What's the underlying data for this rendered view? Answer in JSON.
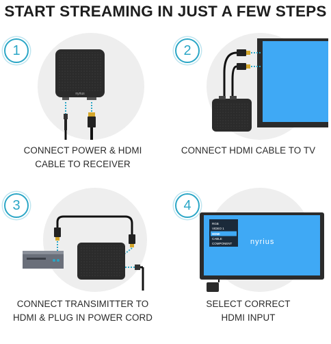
{
  "title": "START STREAMING IN JUST A FEW STEPS",
  "brand": "nyrius",
  "steps": [
    {
      "number": "1",
      "line1": "CONNECT POWER & HDMI",
      "line2": "CABLE TO RECEIVER"
    },
    {
      "number": "2",
      "line1": "CONNECT HDMI CABLE TO TV",
      "line2": ""
    },
    {
      "number": "3",
      "line1": "CONNECT TRANSIMITTER TO",
      "line2": "HDMI & PLUG IN POWER CORD"
    },
    {
      "number": "4",
      "line1": "SELECT CORRECT",
      "line2": "HDMI INPUT"
    }
  ],
  "tv_menu": [
    "RGB",
    "VIDEO 1",
    "HDMI",
    "CABLE",
    "COMPONENT"
  ],
  "colors": {
    "accent": "#2aa6c6",
    "device": "#2b2b2b",
    "screen": "#3fa9f5",
    "panel": "#eeeeee"
  }
}
